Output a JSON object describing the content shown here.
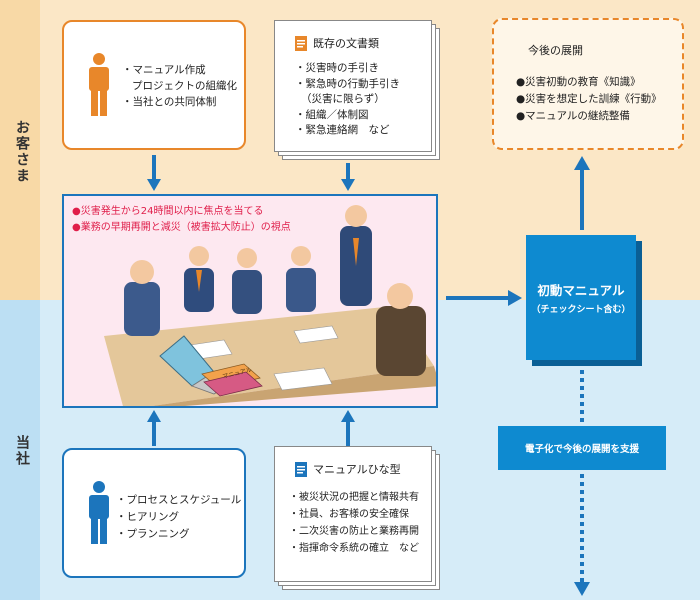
{
  "labels": {
    "customer": "お客さま",
    "company": "当社"
  },
  "customer_box": {
    "items": [
      "・マニュアル作成",
      "プロジェクトの組織化",
      "・当社との共同体制"
    ]
  },
  "existing_docs": {
    "title": "既存の文書類",
    "items": [
      "・災害時の手引き",
      "・緊急時の行動手引き",
      "（災害に限らず）",
      "・組織／体制図",
      "・緊急連絡網　など"
    ]
  },
  "future": {
    "title": "今後の展開",
    "items": [
      "●災害初動の教育《知識》",
      "●災害を想定した訓練《行動》",
      "●マニュアルの継続整備"
    ]
  },
  "meeting": {
    "notes": [
      "●災害発生から24時間以内に焦点を当てる",
      "●業務の早期再開と減災（被害拡大防止）の視点"
    ],
    "book_label": "マニュアル"
  },
  "initial_manual": {
    "title": "初動マニュアル",
    "subtitle": "（チェックシート含む）"
  },
  "digital": {
    "label": "電子化で今後の展開を支援"
  },
  "company_box": {
    "items": [
      "・プロセスとスケジュール",
      "・ヒアリング",
      "・プランニング"
    ]
  },
  "template_docs": {
    "title": "マニュアルひな型",
    "items": [
      "・被災状況の把握と情報共有",
      "・社員、お客様の安全確保",
      "・二次災害の防止と業務再開",
      "・指揮命令系統の確立　など"
    ]
  },
  "colors": {
    "orange": "#e8872a",
    "blue": "#1c75bc",
    "accent_blue": "#0e8ad0",
    "red_text": "#e01e4a"
  }
}
